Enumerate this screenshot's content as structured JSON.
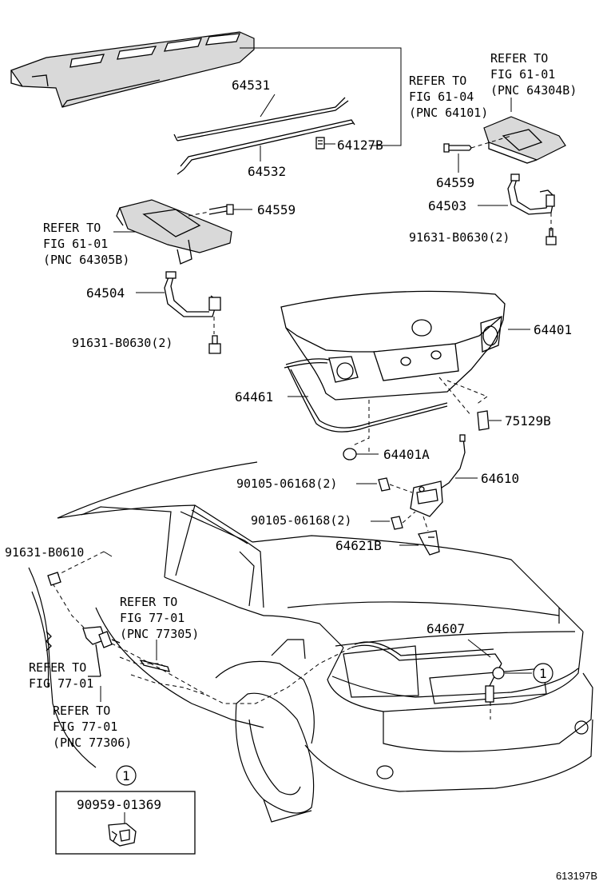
{
  "labels": {
    "p64531": "64531",
    "p64532": "64532",
    "p64127B": "64127B",
    "ref_6104_line1": "REFER TO",
    "ref_6104_line2": "FIG 61-04",
    "ref_6104_line3": "(PNC 64101)",
    "ref_6101a_line1": "REFER TO",
    "ref_6101a_line2": "FIG 61-01",
    "ref_6101a_line3": "(PNC 64304B)",
    "p64559_right": "64559",
    "p64503": "64503",
    "p91631_right": "91631-B0630(2)",
    "p64559_left": "64559",
    "ref_6101b_line1": "REFER TO",
    "ref_6101b_line2": "FIG 61-01",
    "ref_6101b_line3": "(PNC 64305B)",
    "p64504": "64504",
    "p91631_left": "91631-B0630(2)",
    "p64401": "64401",
    "p64461": "64461",
    "p75129B": "75129B",
    "p64401A": "64401A",
    "p64610": "64610",
    "p90105_a": "90105-06168(2)",
    "p90105_b": "90105-06168(2)",
    "p64621B": "64621B",
    "p91631_B0610": "91631-B0610",
    "ref_7701a_line1": "REFER TO",
    "ref_7701a_line2": "FIG 77-01",
    "ref_7701a_line3": "(PNC 77305)",
    "ref_7701b_line1": "REFER TO",
    "ref_7701b_line2": "FIG 77-01",
    "ref_7701c_line1": "REFER TO",
    "ref_7701c_line2": "FIG 77-01",
    "ref_7701c_line3": "(PNC 77306)",
    "p64607": "64607",
    "callout_1_car": "1",
    "callout_1_box": "1",
    "p90959": "90959-01369",
    "figure_id": "613197B"
  }
}
